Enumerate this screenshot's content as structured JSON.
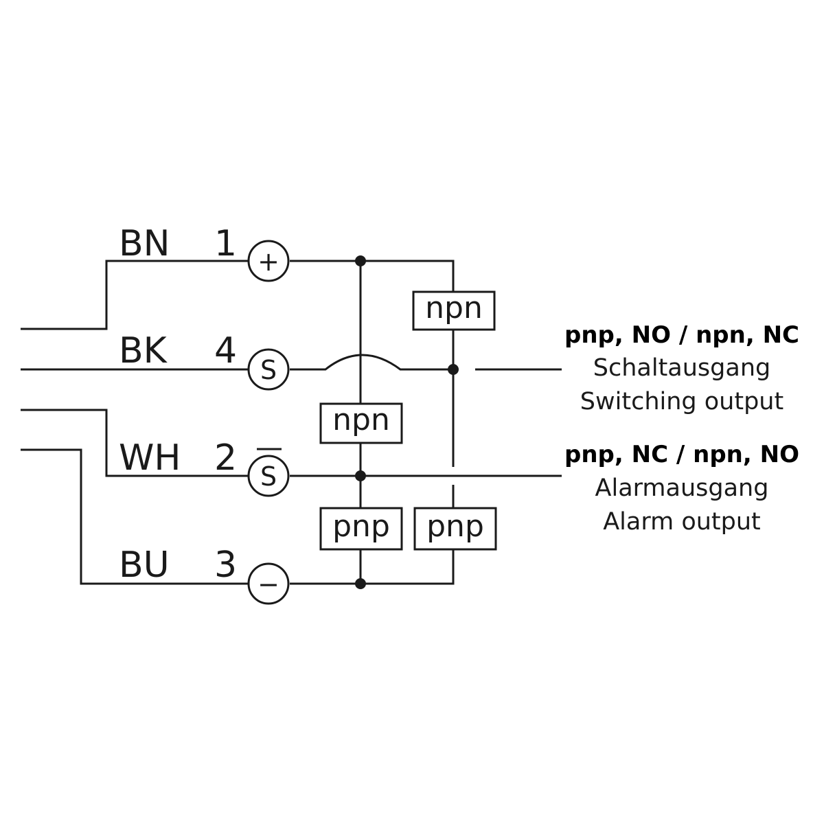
{
  "wires": [
    {
      "color": "BN",
      "pin": "1",
      "terminal": "+"
    },
    {
      "color": "BK",
      "pin": "4",
      "terminal": "S"
    },
    {
      "color": "WH",
      "pin": "2",
      "terminal": "S"
    },
    {
      "color": "BU",
      "pin": "3",
      "terminal": "−"
    }
  ],
  "boxes": {
    "npn_right": "npn",
    "npn_left": "npn",
    "pnp_left": "pnp",
    "pnp_right": "pnp"
  },
  "outputs": {
    "switching": {
      "heading": "pnp, NO / npn, NC",
      "line_de": "Schaltausgang",
      "line_en": "Switching output"
    },
    "alarm": {
      "heading": "pnp, NC / npn, NO",
      "line_de": "Alarmausgang",
      "line_en": "Alarm output"
    }
  }
}
